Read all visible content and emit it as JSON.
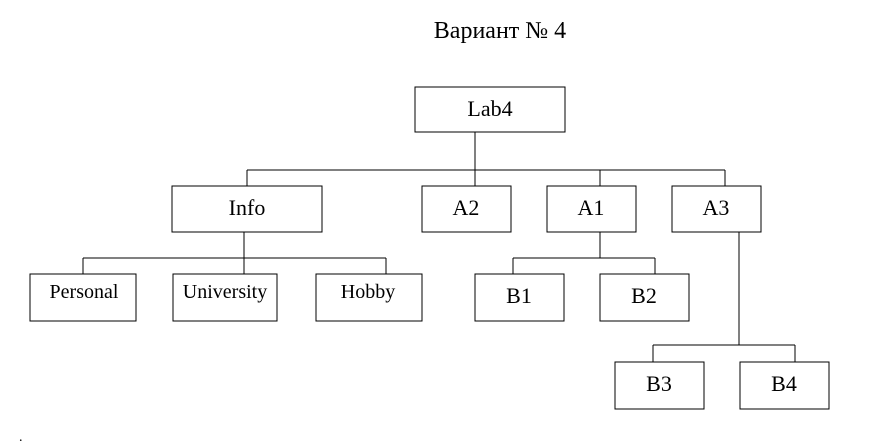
{
  "title": "Вариант № 4",
  "footer_mark": ".",
  "nodes": {
    "lab4": "Lab4",
    "info": "Info",
    "a2": "A2",
    "a1": "A1",
    "a3": "A3",
    "personal": "Personal",
    "university": "University",
    "hobby": "Hobby",
    "b1": "B1",
    "b2": "B2",
    "b3": "B3",
    "b4": "B4"
  },
  "edges": [
    [
      "lab4",
      "info"
    ],
    [
      "lab4",
      "a2"
    ],
    [
      "lab4",
      "a1"
    ],
    [
      "lab4",
      "a3"
    ],
    [
      "info",
      "personal"
    ],
    [
      "info",
      "university"
    ],
    [
      "info",
      "hobby"
    ],
    [
      "a1",
      "b1"
    ],
    [
      "a1",
      "b2"
    ],
    [
      "a3",
      "b3"
    ],
    [
      "a3",
      "b4"
    ]
  ]
}
